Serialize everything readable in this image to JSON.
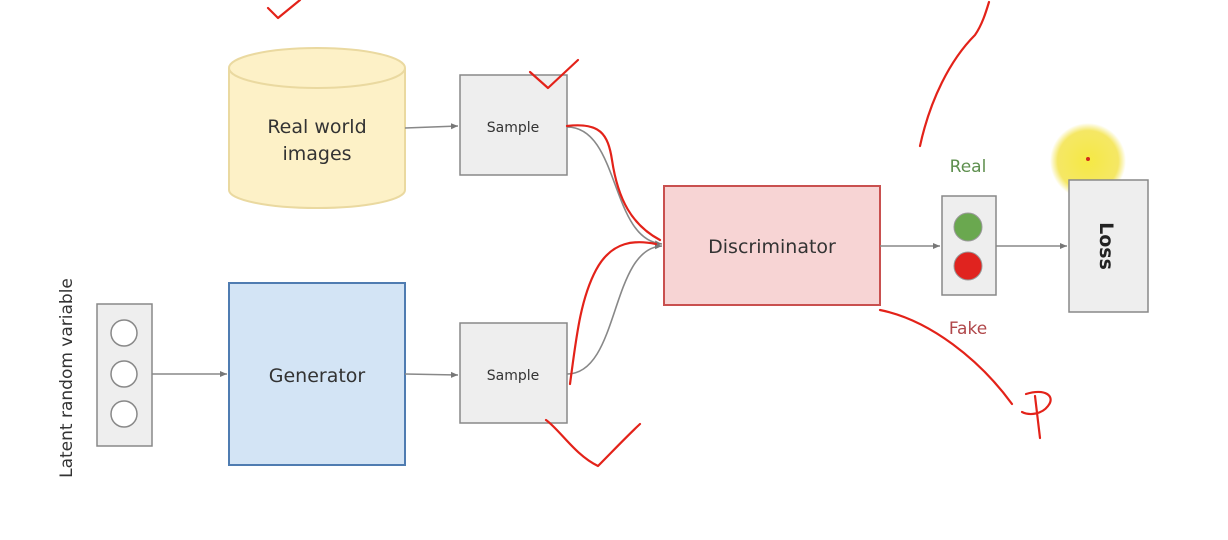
{
  "nodes": {
    "real_world_images": {
      "line1": "Real world",
      "line2": "images"
    },
    "sample_top": "Sample",
    "sample_bottom": "Sample",
    "discriminator": "Discriminator",
    "generator": "Generator",
    "loss": "Loss",
    "latent": "Latent random variable"
  },
  "labels": {
    "real": "Real",
    "fake": "Fake"
  },
  "colors": {
    "cylinder_fill": "#fdf1c7",
    "cylinder_stroke": "#ead9a0",
    "generator_fill": "#d3e4f5",
    "generator_stroke": "#4f7cb1",
    "discriminator_fill": "#f7d4d4",
    "discriminator_stroke": "#c9504f",
    "box_fill": "#eeeeee",
    "box_stroke": "#888888",
    "real_color": "#5e8f4e",
    "fake_color": "#b0474a",
    "light_green": "#6aa84f",
    "light_red": "#e0231f",
    "annotation_red": "#e32219",
    "highlight_yellow": "#f3e34a"
  },
  "annotations": {
    "handwritten_letter": "P"
  }
}
